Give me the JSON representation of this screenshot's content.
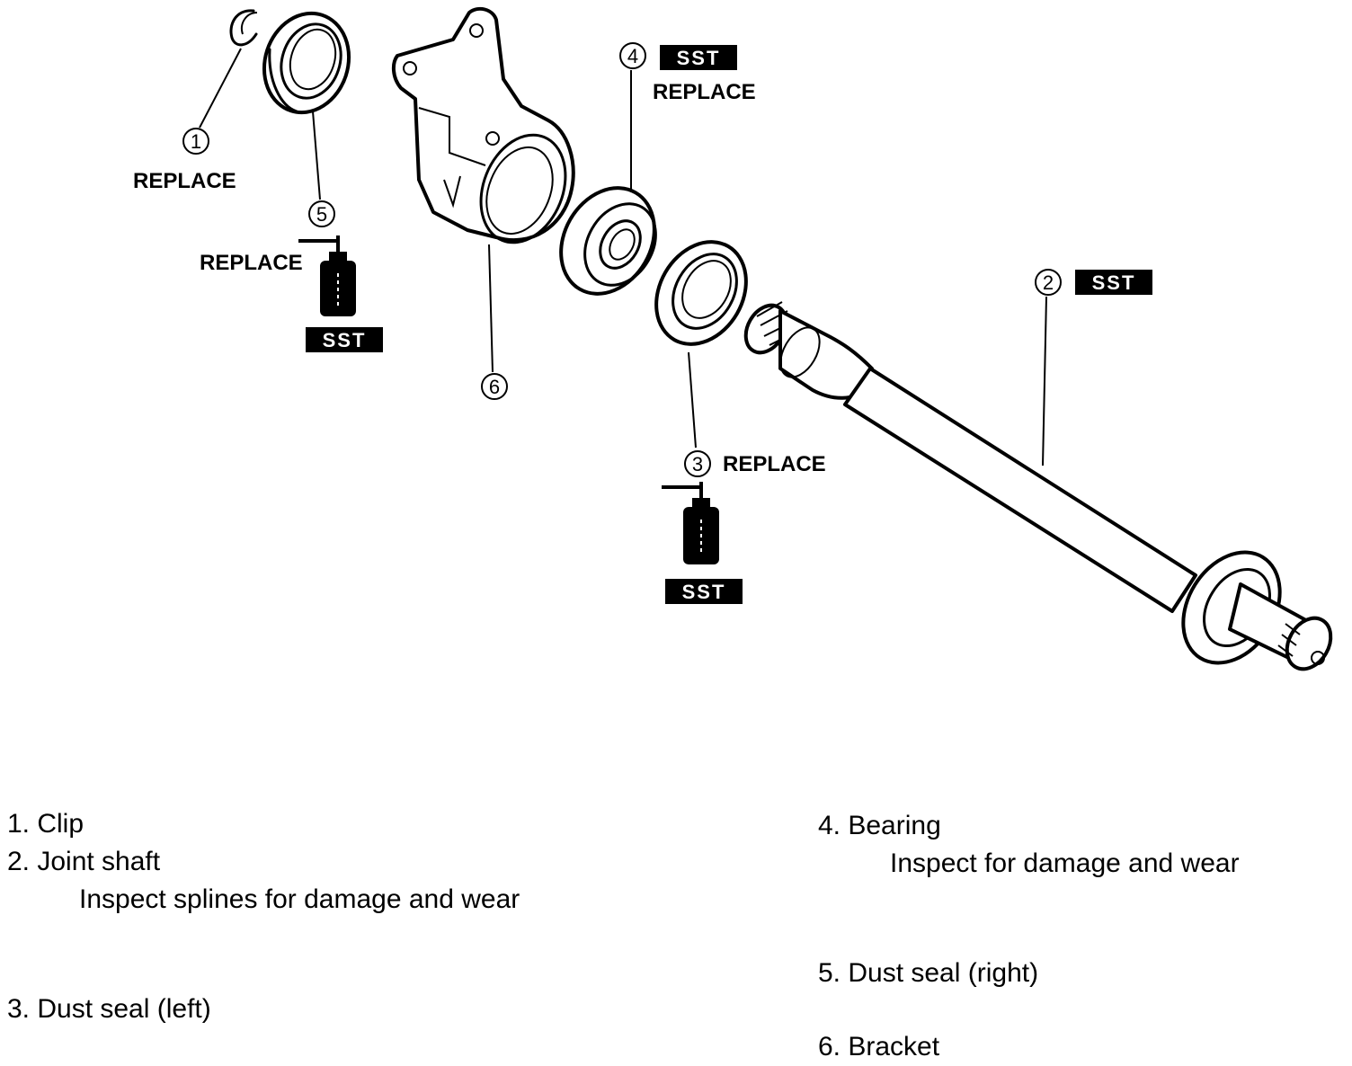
{
  "callouts": {
    "c1": {
      "number": "1",
      "note": "REPLACE"
    },
    "c2": {
      "number": "2",
      "tag": "SST"
    },
    "c3": {
      "number": "3",
      "note": "REPLACE",
      "tag": "SST"
    },
    "c4": {
      "number": "4",
      "note": "REPLACE",
      "tag": "SST"
    },
    "c5": {
      "number": "5",
      "note": "REPLACE",
      "tag": "SST"
    },
    "c6": {
      "number": "6"
    }
  },
  "legend": {
    "item1": {
      "label": "1. Clip"
    },
    "item2": {
      "label": "2. Joint shaft",
      "note": "Inspect splines for damage and wear"
    },
    "item3": {
      "label": "3. Dust seal (left)"
    },
    "item4": {
      "label": "4. Bearing",
      "note": "Inspect for damage and wear"
    },
    "item5": {
      "label": "5. Dust seal (right)"
    },
    "item6": {
      "label": "6. Bracket"
    }
  }
}
